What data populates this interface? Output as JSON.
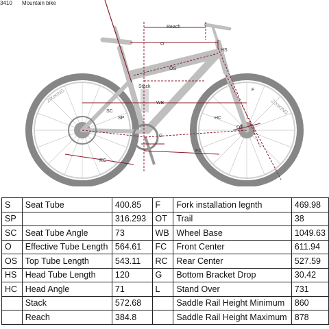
{
  "header": {
    "code": "3410",
    "caption": "Mountain bike"
  },
  "diagram_labels": {
    "reach": "Reach",
    "o": "O",
    "hs": "HS",
    "os": "OS",
    "stack": "Stack",
    "wb": "WB",
    "sc": "SC",
    "sp": "SP",
    "hc": "HC",
    "dt": "DT",
    "g": "G",
    "fc": "FC",
    "rc": "RC",
    "f": "F"
  },
  "brand_text": "ZIXIKING",
  "colors": {
    "frame": "#bfbfbf",
    "dim": "#8b1a2a",
    "tire": "#5e5e5e"
  },
  "table": {
    "rows": [
      [
        "S",
        "Seat Tube",
        "400.85",
        "F",
        "Fork installation legnth",
        "469.98"
      ],
      [
        "SP",
        "",
        "316.293",
        "OT",
        "Trail",
        "38"
      ],
      [
        "SC",
        "Seat Tube Angle",
        "73",
        "WB",
        "Wheel Base",
        "1049.63"
      ],
      [
        "O",
        "Effective Tube Length",
        "564.61",
        "FC",
        "Front Center",
        "611.94"
      ],
      [
        "OS",
        "Top Tube Length",
        "543.11",
        "RC",
        "Rear Center",
        "527.59"
      ],
      [
        "HS",
        "Head Tube Length",
        "120",
        "G",
        "Bottom Bracket Drop",
        "30.42"
      ],
      [
        "HC",
        "Head Angle",
        "71",
        "L",
        "Stand Over",
        "731"
      ],
      [
        "",
        "Stack",
        "572.68",
        "",
        "Saddle Rail Height Minimum",
        "860"
      ],
      [
        "",
        "Reach",
        "384.8",
        "",
        "Saddle Rail Height Maximum",
        "878"
      ]
    ]
  }
}
